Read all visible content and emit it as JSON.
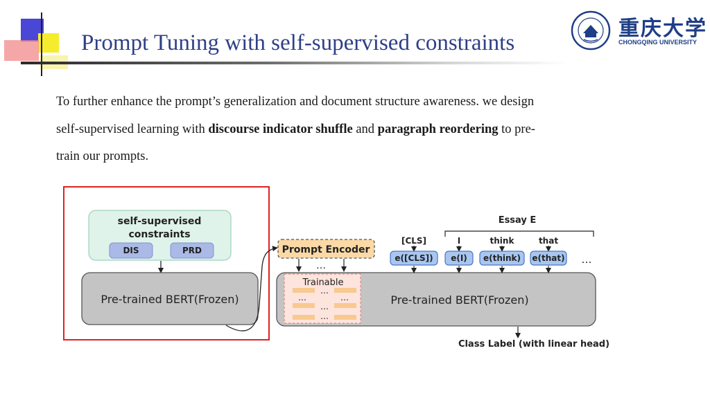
{
  "slide": {
    "title": "Prompt Tuning with self-supervised constraints",
    "logo": {
      "name_cn": "重庆大学",
      "name_en": "CHONGQING UNIVERSITY"
    }
  },
  "paragraph": {
    "line1": "To further enhance the prompt’s generalization and document structure awareness. we design",
    "line2_a": "self-supervised learning with ",
    "bold_1": "discourse indicator shuffle",
    "line2_b": " and ",
    "bold_2": "paragraph reordering",
    "line2_c": " to pre-",
    "line3": "train our prompts."
  },
  "diagram": {
    "constraints_title_1": "self-supervised",
    "constraints_title_2": "constraints",
    "task_dis": "DIS",
    "task_prd": "PRD",
    "bert_frozen": "Pre-trained BERT(Frozen)",
    "prompt_encoder": "Prompt Encoder",
    "trainable": "Trainable",
    "ellipsis": "…",
    "essay_label": "Essay E",
    "tokens": [
      "[CLS]",
      "I",
      "think",
      "that"
    ],
    "embeddings": [
      "e([CLS])",
      "e(I)",
      "e(think)",
      "e(that)"
    ],
    "class_label": "Class Label (with linear head)",
    "colors": {
      "highlight_border": "#e02020",
      "constraints_fill": "#dff3ea",
      "task_fill": "#aab9e6",
      "bert_fill": "#c4c4c4",
      "prompt_fill": "#fbd9a6",
      "trainable_fill": "#fde4dd",
      "token_fill": "#a8c6f0",
      "slot_fill": "#f8c98f"
    }
  }
}
